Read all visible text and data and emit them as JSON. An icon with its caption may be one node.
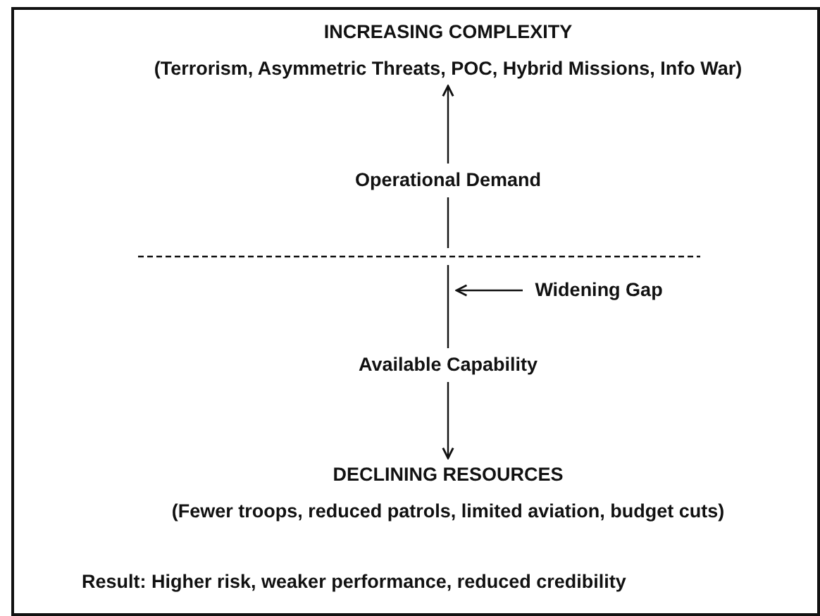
{
  "diagram": {
    "nodes": [
      {
        "text": [
          "INCREASING COMPLEXITY",
          "(Terrorism, Asymmetric Threats, POC, Hybrid Missions, Info War)"
        ]
      },
      {
        "text": [
          "Operational Demand"
        ]
      },
      {
        "text": [
          "Widening Gap"
        ]
      },
      {
        "text": [
          "Available Capability"
        ]
      },
      {
        "text": [
          "DECLINING RESOURCES",
          "(Fewer troops, reduced patrols, limited aviation, budget cuts)"
        ]
      }
    ],
    "edges": [
      {
        "from": 1,
        "to": 0,
        "arrow": "to"
      },
      {
        "from": 1,
        "to": null,
        "arrow": "none"
      },
      {
        "from": 2,
        "to": null,
        "arrow": "to"
      },
      {
        "from": null,
        "to": 3,
        "arrow": "none"
      },
      {
        "from": 3,
        "to": 4,
        "arrow": "to"
      }
    ],
    "labels": [
      "Result: Higher risk, weaker performance, reduced credibility"
    ]
  }
}
